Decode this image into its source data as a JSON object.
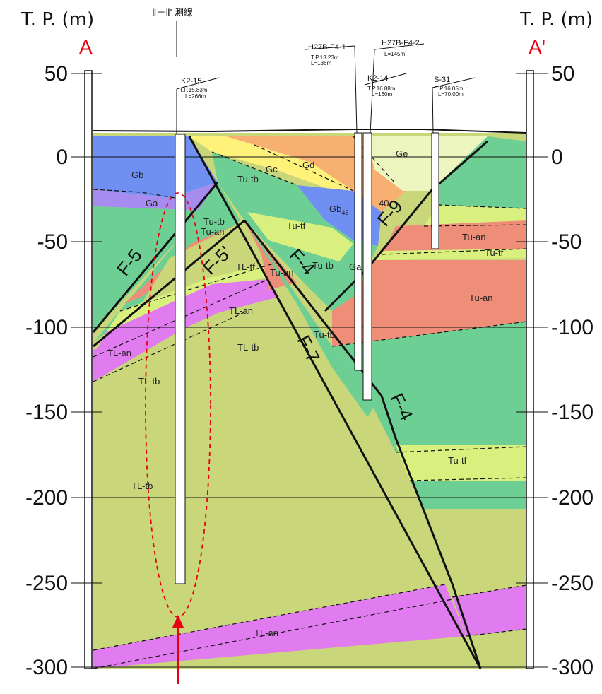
{
  "header": {
    "left_unit": "T. P. (m)",
    "right_unit": "T. P. (m)",
    "survey_line": "Ⅱ－Ⅱ' 測線",
    "end_left": "A",
    "end_right": "A'"
  },
  "depth_axis": {
    "ticks": [
      "50",
      "0",
      "-50",
      "-100",
      "-150",
      "-200",
      "-250",
      "-300"
    ]
  },
  "boreholes": [
    {
      "name": "K2-15",
      "info1": "T.P.15.83m",
      "info2": "L=266m"
    },
    {
      "name": "H27B-F4-1",
      "info1": "T.P.13.23m",
      "info2": "L=136m"
    },
    {
      "name": "H27B-F4-2",
      "info1": "L=145m",
      "info2": ""
    },
    {
      "name": "K2-14",
      "info1": "T.P.16.88m",
      "info2": "L=160m"
    },
    {
      "name": "S-31",
      "info1": "T.P.16.05m",
      "info2": "L=70.00m"
    }
  ],
  "faults": [
    "F-5",
    "F-5'",
    "F-4",
    "F-7",
    "F-4",
    "F-9"
  ],
  "units": {
    "Gb": "Gb",
    "Ga": "Ga",
    "Gc": "Gc",
    "Gd": "Gd",
    "Ge": "Ge",
    "Gb45": "Gb",
    "sub45": "45",
    "Ga2": "Ga",
    "Tu_tb": "Tu-tb",
    "Tu_an": "Tu-an",
    "Tu_tf": "Tu-tf",
    "TL_tf": "TL-tf",
    "TL_an": "TL-an",
    "TL_tb": "TL-tb",
    "n40": "40"
  },
  "colors": {
    "Gb": "#6f8ff2",
    "Ga": "#a78cf0",
    "Gc": "#fff27a",
    "Gd": "#f7b072",
    "Ge": "#eef6c0",
    "Tu_tb": "#6dcf93",
    "Tu_an": "#ee8e78",
    "Tu_tf": "#d9f07e",
    "TL_tb": "#c9d77a",
    "TL_an": "#e07cf0",
    "annotation": "#e60012"
  }
}
